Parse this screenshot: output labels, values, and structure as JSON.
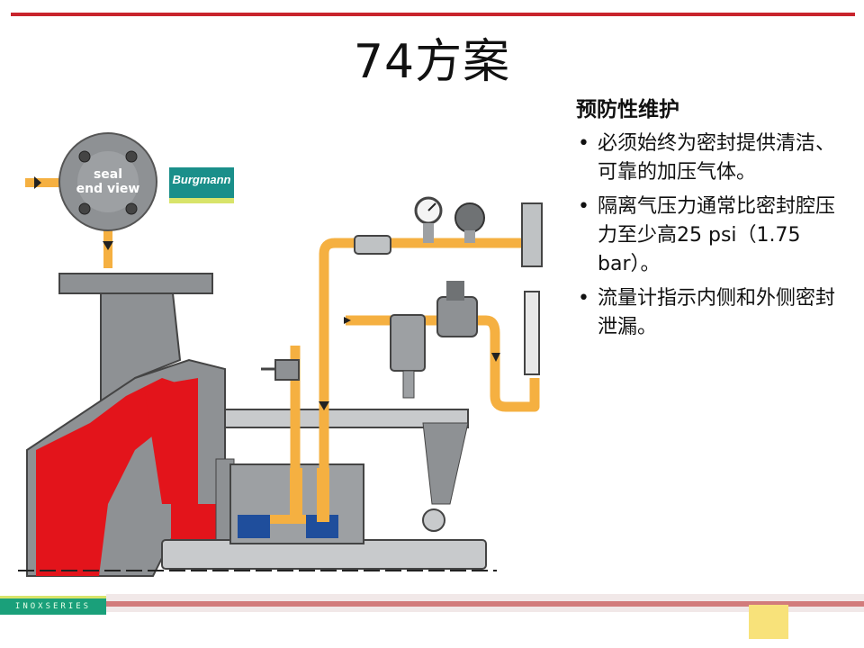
{
  "title": "74方案",
  "sidebar": {
    "heading": "预防性维护",
    "bullets": [
      {
        "text": "必须始终为密封提供清洁、可靠的加压气体。"
      },
      {
        "text": "隔离气压力通常比密封腔压力至少高25 psi（1.75 bar）。"
      },
      {
        "text": "流量计指示内侧和外侧密封泄漏。"
      }
    ],
    "bullet_glyph": "•"
  },
  "seal_view": {
    "line1": "seal",
    "line2": "end view"
  },
  "brand": {
    "name": "Burgmann"
  },
  "footer": {
    "series_label": "INOXSERIES"
  },
  "colors": {
    "accent_red": "#c8242c",
    "pipe_orange": "#f5b041",
    "metal_gray": "#8e9194",
    "seal_red": "#e3141b",
    "seal_blue": "#1f4e9c"
  }
}
